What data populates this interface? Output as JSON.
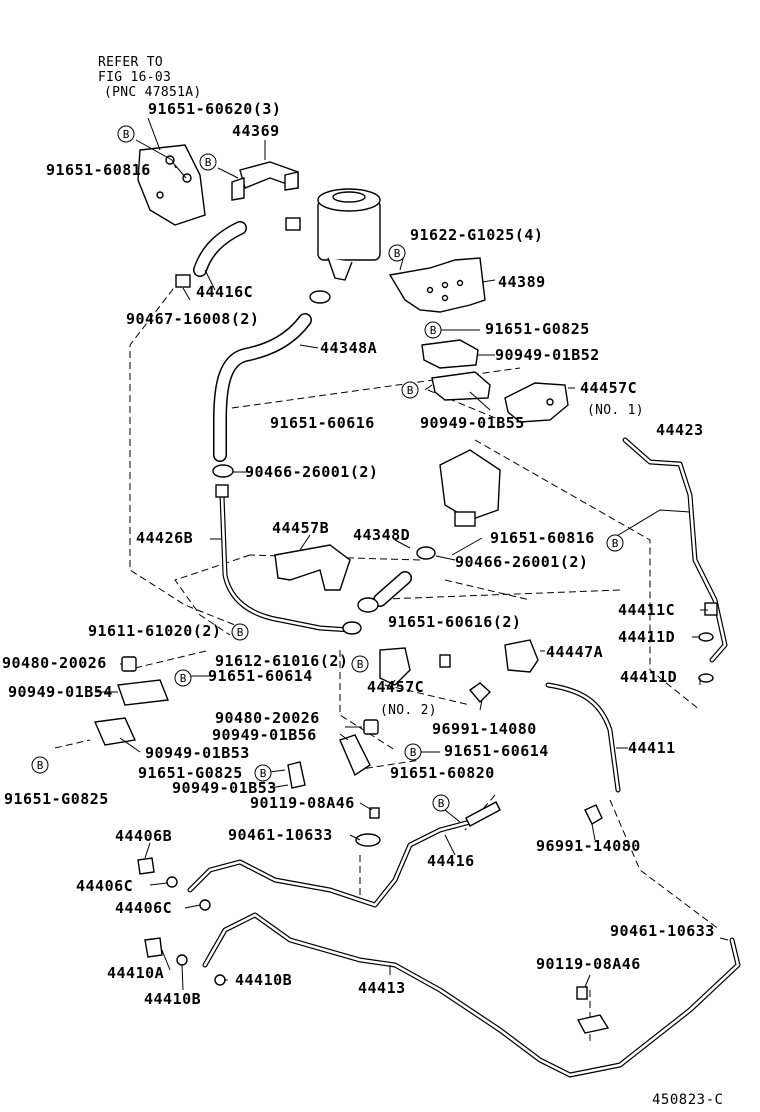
{
  "refer": {
    "line1": "REFER TO",
    "line2": "FIG 16-03",
    "line3": "(PNC 47851A)"
  },
  "b_marker": "B",
  "labels": {
    "l_91651_60620": "91651-60620(3)",
    "l_44369": "44369",
    "l_91651_60816_a": "91651-60816",
    "l_91622_g1025": "91622-G1025(4)",
    "l_44389": "44389",
    "l_44416c": "44416C",
    "l_90467_16008": "90467-16008(2)",
    "l_91651_g0825_a": "91651-G0825",
    "l_44348a": "44348A",
    "l_90949_01b52": "90949-01B52",
    "l_44457c_a": "44457C",
    "l_no1": "(NO. 1)",
    "l_91651_60616_a": "91651-60616",
    "l_90949_01b55": "90949-01B55",
    "l_44423": "44423",
    "l_90466_26001_a": "90466-26001(2)",
    "l_44426b": "44426B",
    "l_44457b": "44457B",
    "l_44348d": "44348D",
    "l_91651_60816_b": "91651-60816",
    "l_90466_26001_b": "90466-26001(2)",
    "l_44411c": "44411C",
    "l_91611_61020": "91611-61020(2)",
    "l_91651_60616_b": "91651-60616(2)",
    "l_44411d_a": "44411D",
    "l_90480_20026_a": "90480-20026",
    "l_91612_61016": "91612-61016(2)",
    "l_44447a": "44447A",
    "l_91651_60614_a": "91651-60614",
    "l_44457c_b": "44457C",
    "l_44411d_b": "44411D",
    "l_90949_01b54": "90949-01B54",
    "l_no2": "(NO. 2)",
    "l_90480_20026_b": "90480-20026",
    "l_96991_14080_a": "96991-14080",
    "l_90949_01b56": "90949-01B56",
    "l_44411": "44411",
    "l_90949_01b53_a": "90949-01B53",
    "l_91651_60614_b": "91651-60614",
    "l_91651_g0825_b": "91651-G0825",
    "l_91651_60820": "91651-60820",
    "l_91651_g0825_c": "91651-G0825",
    "l_90949_01b53_b": "90949-01B53",
    "l_90119_08a46_a": "90119-08A46",
    "l_44406b": "44406B",
    "l_90461_10633_a": "90461-10633",
    "l_44416": "44416",
    "l_96991_14080_b": "96991-14080",
    "l_44406c_a": "44406C",
    "l_44406c_b": "44406C",
    "l_90461_10633_b": "90461-10633",
    "l_44410a": "44410A",
    "l_44410b_a": "44410B",
    "l_90119_08a46_b": "90119-08A46",
    "l_44413": "44413",
    "l_44410b_b": "44410B"
  },
  "figure_id": "450823-C"
}
